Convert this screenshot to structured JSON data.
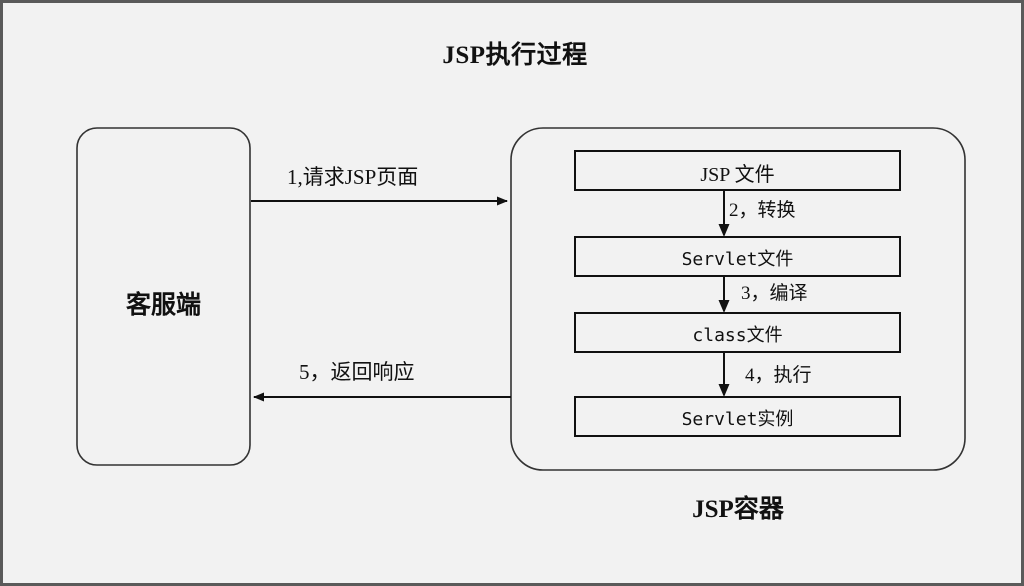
{
  "diagram": {
    "title": "JSP执行过程",
    "background_color": "#f2f2f2",
    "border_color": "#5a5a5a",
    "stroke_color": "#111111",
    "client": {
      "label": "客服端",
      "shape": "rounded-rectangle"
    },
    "container": {
      "label": "JSP容器",
      "shape": "rounded-rectangle",
      "steps": [
        {
          "id": "jsp-file",
          "label": "JSP 文件",
          "font": "serif"
        },
        {
          "id": "servlet-file",
          "label": "Servlet文件",
          "font": "mono"
        },
        {
          "id": "class-file",
          "label": "class文件",
          "font": "mono"
        },
        {
          "id": "servlet-instance",
          "label": "Servlet实例",
          "font": "mono"
        }
      ]
    },
    "arrows": {
      "request": {
        "label": "1,请求JSP页面",
        "direction": "right"
      },
      "convert": {
        "label": "2，转换",
        "direction": "down"
      },
      "compile": {
        "label": "3，编译",
        "direction": "down"
      },
      "execute": {
        "label": "4，执行",
        "direction": "down"
      },
      "response": {
        "label": "5，返回响应",
        "direction": "left"
      }
    }
  }
}
